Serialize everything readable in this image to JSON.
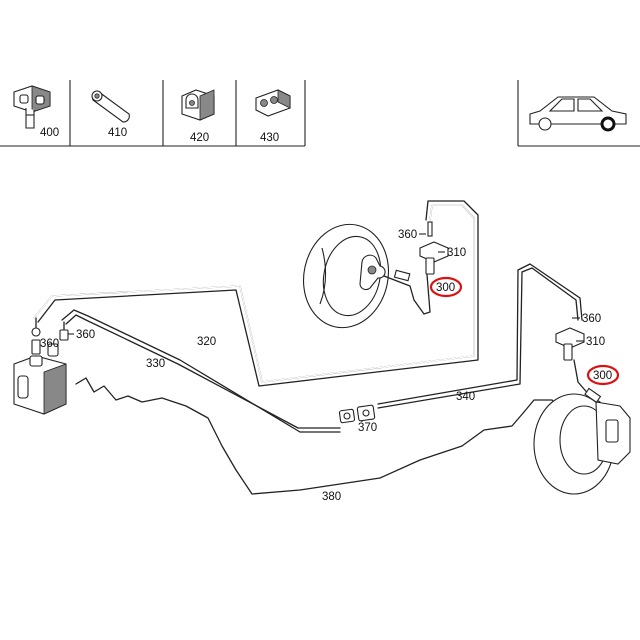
{
  "header": {
    "parts": [
      {
        "number": "400",
        "icon": "brake-line-clip-icon"
      },
      {
        "number": "410",
        "icon": "rubber-sleeve-icon"
      },
      {
        "number": "420",
        "icon": "holder-clip-icon"
      },
      {
        "number": "430",
        "icon": "double-clip-icon"
      }
    ],
    "vehicle_icon": "car-side-rear-wheel-icon"
  },
  "callouts": {
    "c360_front": "360",
    "c310_front": "310",
    "c300_front": "300",
    "c360_rear": "360",
    "c310_rear": "310",
    "c300_rear": "300",
    "c360_unit_a": "360",
    "c360_unit_b": "360",
    "c320": "320",
    "c330": "330",
    "c340": "340",
    "c370": "370",
    "c380": "380"
  },
  "colors": {
    "line": "#222222",
    "highlight": "#d11111",
    "background": "#ffffff"
  }
}
